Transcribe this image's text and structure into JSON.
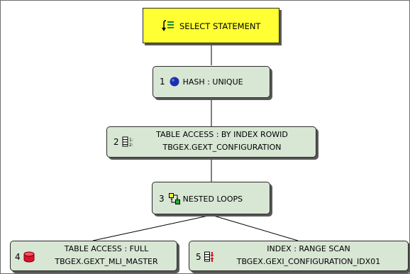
{
  "plan": {
    "root": {
      "label": "SELECT STATEMENT",
      "icon": "select-statement-icon"
    },
    "nodes": [
      {
        "id": "1",
        "operation": "HASH : UNIQUE",
        "object": "",
        "icon": "hash-circle-icon"
      },
      {
        "id": "2",
        "operation": "TABLE ACCESS : BY INDEX ROWID",
        "object": "TBGEX.GEXT_CONFIGURATION",
        "icon": "table-rowid-icon"
      },
      {
        "id": "3",
        "operation": "NESTED LOOPS",
        "object": "",
        "icon": "nested-loops-icon"
      },
      {
        "id": "4",
        "operation": "TABLE ACCESS : FULL",
        "object": "TBGEX.GEXT_MLI_MASTER",
        "icon": "table-full-icon"
      },
      {
        "id": "5",
        "operation": "INDEX : RANGE SCAN",
        "object": "TBGEX.GEXI_CONFIGURATION_IDX01",
        "icon": "index-range-scan-icon"
      }
    ]
  },
  "colors": {
    "root_fill": "#ffff33",
    "node_fill": "#d8e6d4",
    "shadow": "#585858",
    "hash_icon": "#1a2fb0",
    "full_scan_icon": "#e0102a"
  }
}
